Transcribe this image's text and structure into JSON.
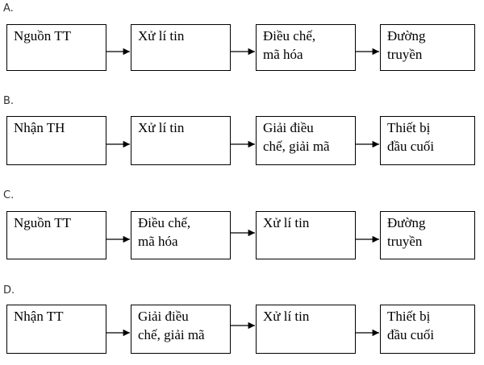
{
  "options": [
    {
      "label": "A.",
      "boxes": [
        {
          "lines": [
            "Nguồn TT"
          ]
        },
        {
          "lines": [
            "Xử lí tin"
          ]
        },
        {
          "lines": [
            "Điều chế,",
            "mã hóa"
          ]
        },
        {
          "lines": [
            "Đường",
            "truyền"
          ]
        }
      ]
    },
    {
      "label": "B.",
      "boxes": [
        {
          "lines": [
            "Nhận TH"
          ]
        },
        {
          "lines": [
            "Xử lí tin"
          ]
        },
        {
          "lines": [
            "Giải điều",
            "chế, giải mã"
          ]
        },
        {
          "lines": [
            "Thiết bị",
            "đầu cuối"
          ]
        }
      ]
    },
    {
      "label": "C.",
      "boxes": [
        {
          "lines": [
            "Nguồn TT"
          ]
        },
        {
          "lines": [
            "Điều chế,",
            "mã hóa"
          ]
        },
        {
          "lines": [
            "Xử lí tin"
          ]
        },
        {
          "lines": [
            "Đường",
            "truyền"
          ]
        }
      ]
    },
    {
      "label": "D.",
      "boxes": [
        {
          "lines": [
            "Nhận TT"
          ]
        },
        {
          "lines": [
            "Giải điều",
            "chế, giải mã"
          ]
        },
        {
          "lines": [
            "Xử lí tin"
          ]
        },
        {
          "lines": [
            "Thiết bị",
            "đầu cuối"
          ]
        }
      ]
    }
  ]
}
